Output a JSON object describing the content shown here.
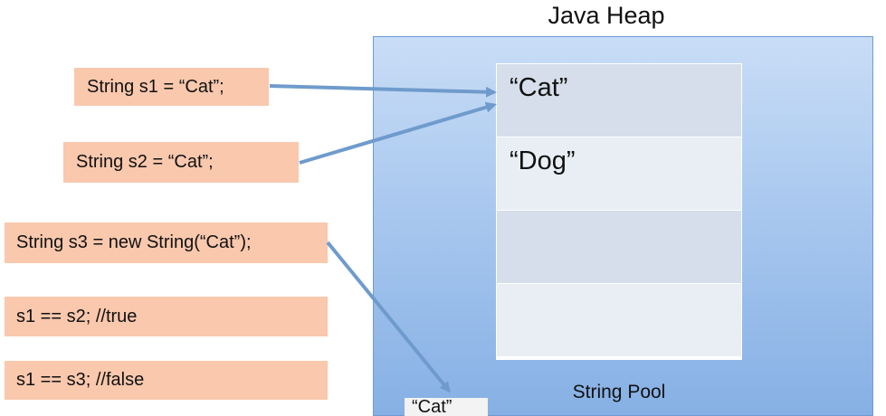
{
  "heap": {
    "title": "Java Heap",
    "pool_label": "String Pool",
    "pool_cells": [
      "“Cat”",
      "“Dog”",
      "",
      ""
    ]
  },
  "code_lines": {
    "s1": "String s1 = “Cat”;",
    "s2": "String s2 = “Cat”;",
    "s3": "String s3 = new String(“Cat”);",
    "cmp1": "s1 == s2; //true",
    "cmp2": "s1 == s3; //false"
  },
  "heap_object": {
    "label": "“Cat”"
  },
  "colors": {
    "heap": "#a9c8ef",
    "code_box": "#f9c8ad",
    "arrow": "#6f9bcc"
  }
}
